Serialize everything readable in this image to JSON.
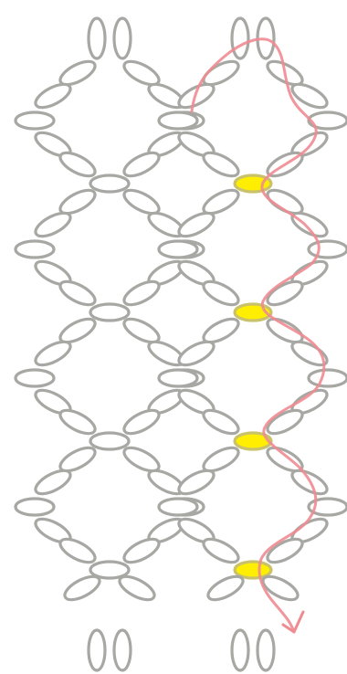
{
  "diagram": {
    "kind": "beadwork-pattern",
    "colors": {
      "background": "#ffffff",
      "bead_outline": "#a7a8a3",
      "bead_fill": "#ffffff",
      "highlight_fill": "#ffee00",
      "highlight_outline": "#c9c26a",
      "thread": "#ef8b91"
    },
    "bead_counts": {
      "total_beads": 102,
      "highlighted_beads": 4
    },
    "thread": {
      "arrow_icon": "arrowhead-icon"
    }
  }
}
